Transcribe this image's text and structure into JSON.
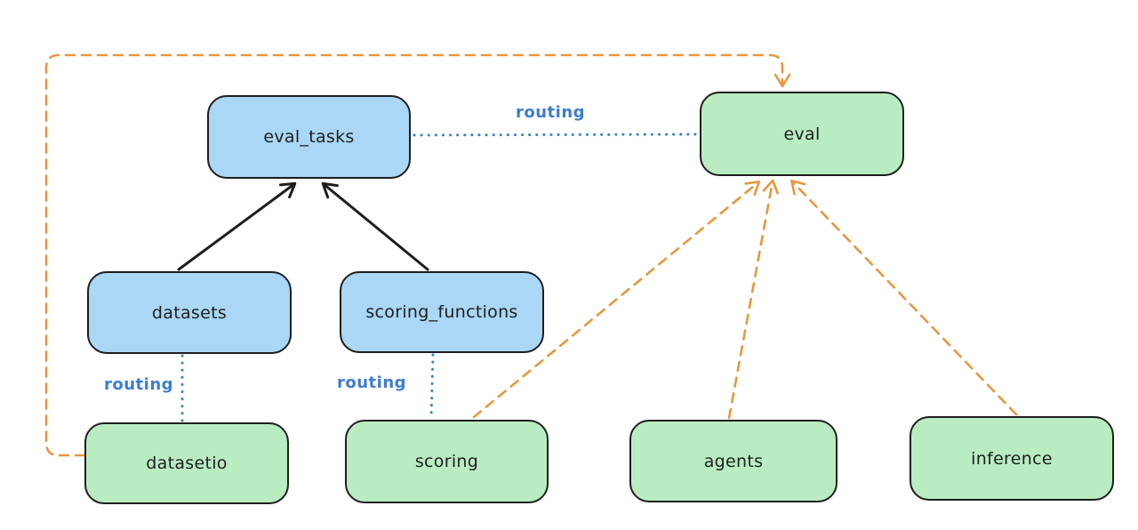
{
  "diagram": {
    "background": "#ffffff",
    "colors": {
      "blue_node_fill": "#a9d7f5",
      "green_node_fill": "#b9edc1",
      "node_stroke": "#1e1e1e",
      "solid_arrow": "#1e1e1e",
      "dashed_arrow": "#e8973d",
      "dotted_line": "#3d7cd2",
      "edge_label_text": "#3d7cd2"
    },
    "nodes": {
      "eval_tasks": {
        "label": "eval_tasks",
        "color": "blue"
      },
      "eval": {
        "label": "eval",
        "color": "green"
      },
      "datasets": {
        "label": "datasets",
        "color": "blue"
      },
      "scoring_functions": {
        "label": "scoring_functions",
        "color": "blue"
      },
      "datasetio": {
        "label": "datasetio",
        "color": "green"
      },
      "scoring": {
        "label": "scoring",
        "color": "green"
      },
      "agents": {
        "label": "agents",
        "color": "green"
      },
      "inference": {
        "label": "inference",
        "color": "green"
      }
    },
    "labels": {
      "routing": "routing"
    },
    "edges": [
      {
        "from": "datasets",
        "to": "eval_tasks",
        "style": "solid-black-arrow"
      },
      {
        "from": "scoring_functions",
        "to": "eval_tasks",
        "style": "solid-black-arrow"
      },
      {
        "from": "eval_tasks",
        "to": "eval",
        "style": "dotted-blue",
        "label": "routing"
      },
      {
        "from": "datasets",
        "to": "datasetio",
        "style": "dotted-blue",
        "label": "routing"
      },
      {
        "from": "scoring_functions",
        "to": "scoring",
        "style": "dotted-blue",
        "label": "routing"
      },
      {
        "from": "datasetio",
        "to": "eval",
        "style": "dashed-orange-arrow",
        "route": "around-left-and-top"
      },
      {
        "from": "scoring",
        "to": "eval",
        "style": "dashed-orange-arrow"
      },
      {
        "from": "agents",
        "to": "eval",
        "style": "dashed-orange-arrow"
      },
      {
        "from": "inference",
        "to": "eval",
        "style": "dashed-orange-arrow"
      }
    ]
  }
}
